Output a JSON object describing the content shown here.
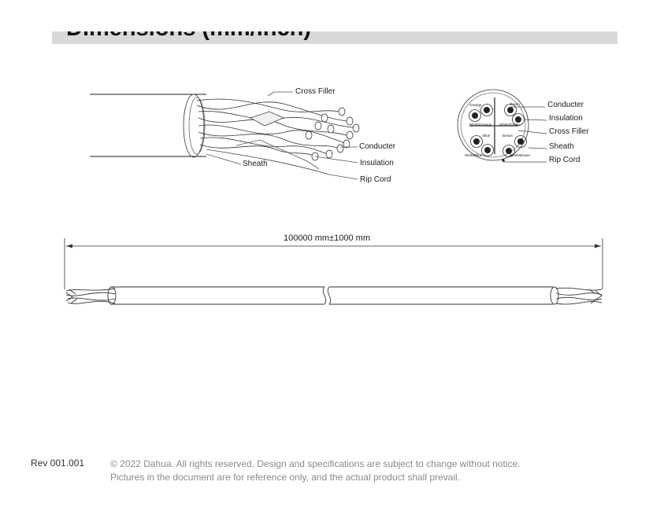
{
  "section": {
    "title": "Dimensions (mm/inch)"
  },
  "cable_3d": {
    "labels": {
      "cross_filler": "Cross Filler",
      "conductor": "Conducter",
      "sheath": "Sheath",
      "insulation": "Insulation",
      "rip_cord": "Rip Cord"
    }
  },
  "cross_section": {
    "labels": {
      "conductor": "Conducter",
      "insulation": "Insulation",
      "cross_filler": "Cross Filler",
      "sheath": "Sheath",
      "rip_cord": "Rip Cord"
    },
    "wire_colors": {
      "orange": "Orange",
      "white_orange": "White/Orange",
      "green": "Green",
      "white_green": "White/Green",
      "blue": "Blue",
      "white_blue": "White/Blue",
      "brown": "Brown",
      "white_brown": "White/Brown"
    }
  },
  "length_dimension": {
    "label": "100000 mm±1000 mm"
  },
  "footer": {
    "revision": "Rev 001.001",
    "copyright": "© 2022 Dahua. All rights reserved. Design and specifications are subject to change without notice.",
    "disclaimer": "Pictures in the document are for reference only, and the actual product shall prevail."
  }
}
